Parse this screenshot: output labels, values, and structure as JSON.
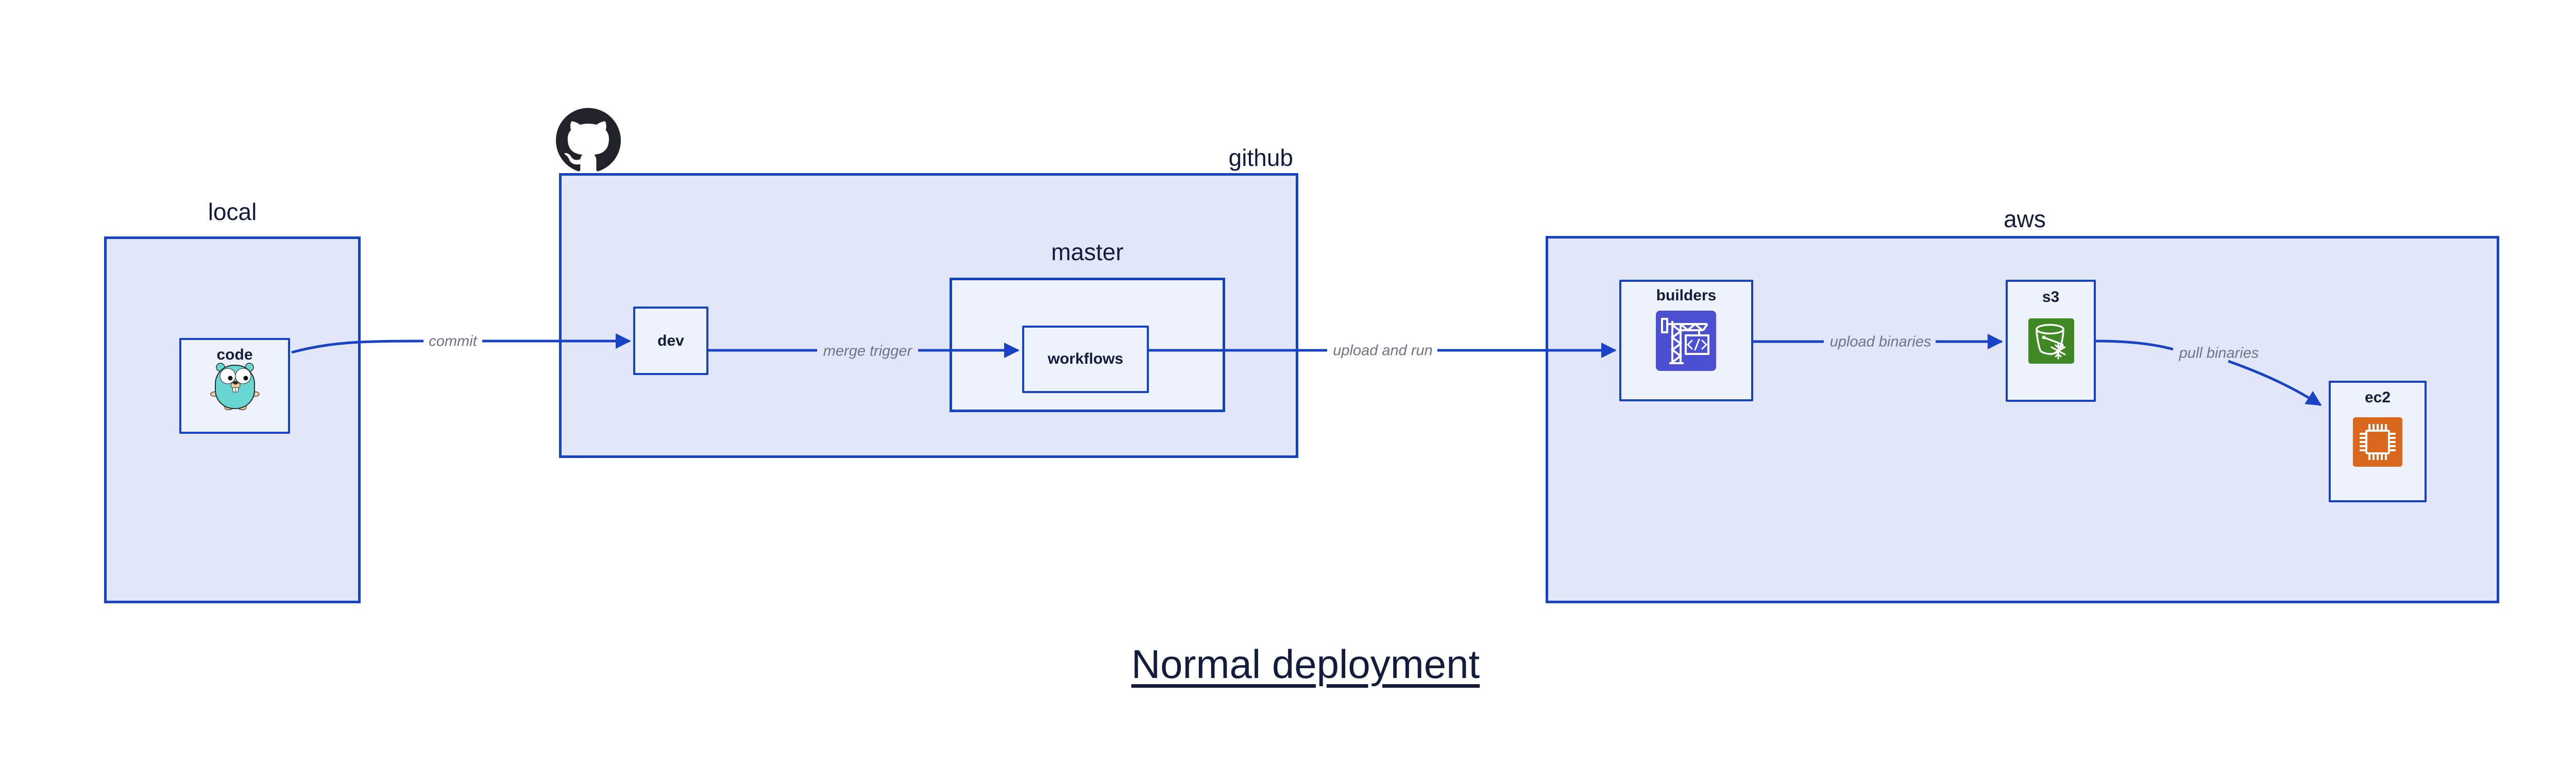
{
  "diagram_title": "Normal deployment",
  "colors": {
    "canvas-bg": "#ffffff",
    "container-fill": "#e1e7f8",
    "node-fill": "#eef2fc",
    "stroke-blue": "#1642c4",
    "arrow-blue": "#1843c6",
    "dark-text": "#131c3b",
    "edge-label-gray": "#6f7482",
    "github-black": "#20242a",
    "gopher-teal": "#68d6d1",
    "gopher-skin": "#f0cf9f",
    "builders-icon-bg": "#4b50d2",
    "s3-icon-bg": "#3f8824",
    "ec2-icon-bg": "#d9671d"
  },
  "containers": [
    {
      "id": "local",
      "label": "local"
    },
    {
      "id": "github",
      "label": "github",
      "logo": "github-octocat-icon"
    },
    {
      "id": "master",
      "label": "master",
      "parent": "github"
    },
    {
      "id": "aws",
      "label": "aws"
    }
  ],
  "nodes": [
    {
      "id": "code",
      "label": "code",
      "container": "local",
      "icon": "go-gopher-icon"
    },
    {
      "id": "dev",
      "label": "dev",
      "container": "github"
    },
    {
      "id": "workflows",
      "label": "workflows",
      "container": "master"
    },
    {
      "id": "builders",
      "label": "builders",
      "container": "aws",
      "icon": "codebuild-crane-icon"
    },
    {
      "id": "s3",
      "label": "s3",
      "container": "aws",
      "icon": "s3-bucket-icon"
    },
    {
      "id": "ec2",
      "label": "ec2",
      "container": "aws",
      "icon": "ec2-chip-icon"
    }
  ],
  "edges": [
    {
      "from": "code",
      "to": "dev",
      "label": "commit"
    },
    {
      "from": "dev",
      "to": "workflows",
      "label": "merge trigger"
    },
    {
      "from": "workflows",
      "to": "builders",
      "label": "upload and run"
    },
    {
      "from": "builders",
      "to": "s3",
      "label": "upload binaries"
    },
    {
      "from": "s3",
      "to": "ec2",
      "label": "pull binaries"
    }
  ]
}
